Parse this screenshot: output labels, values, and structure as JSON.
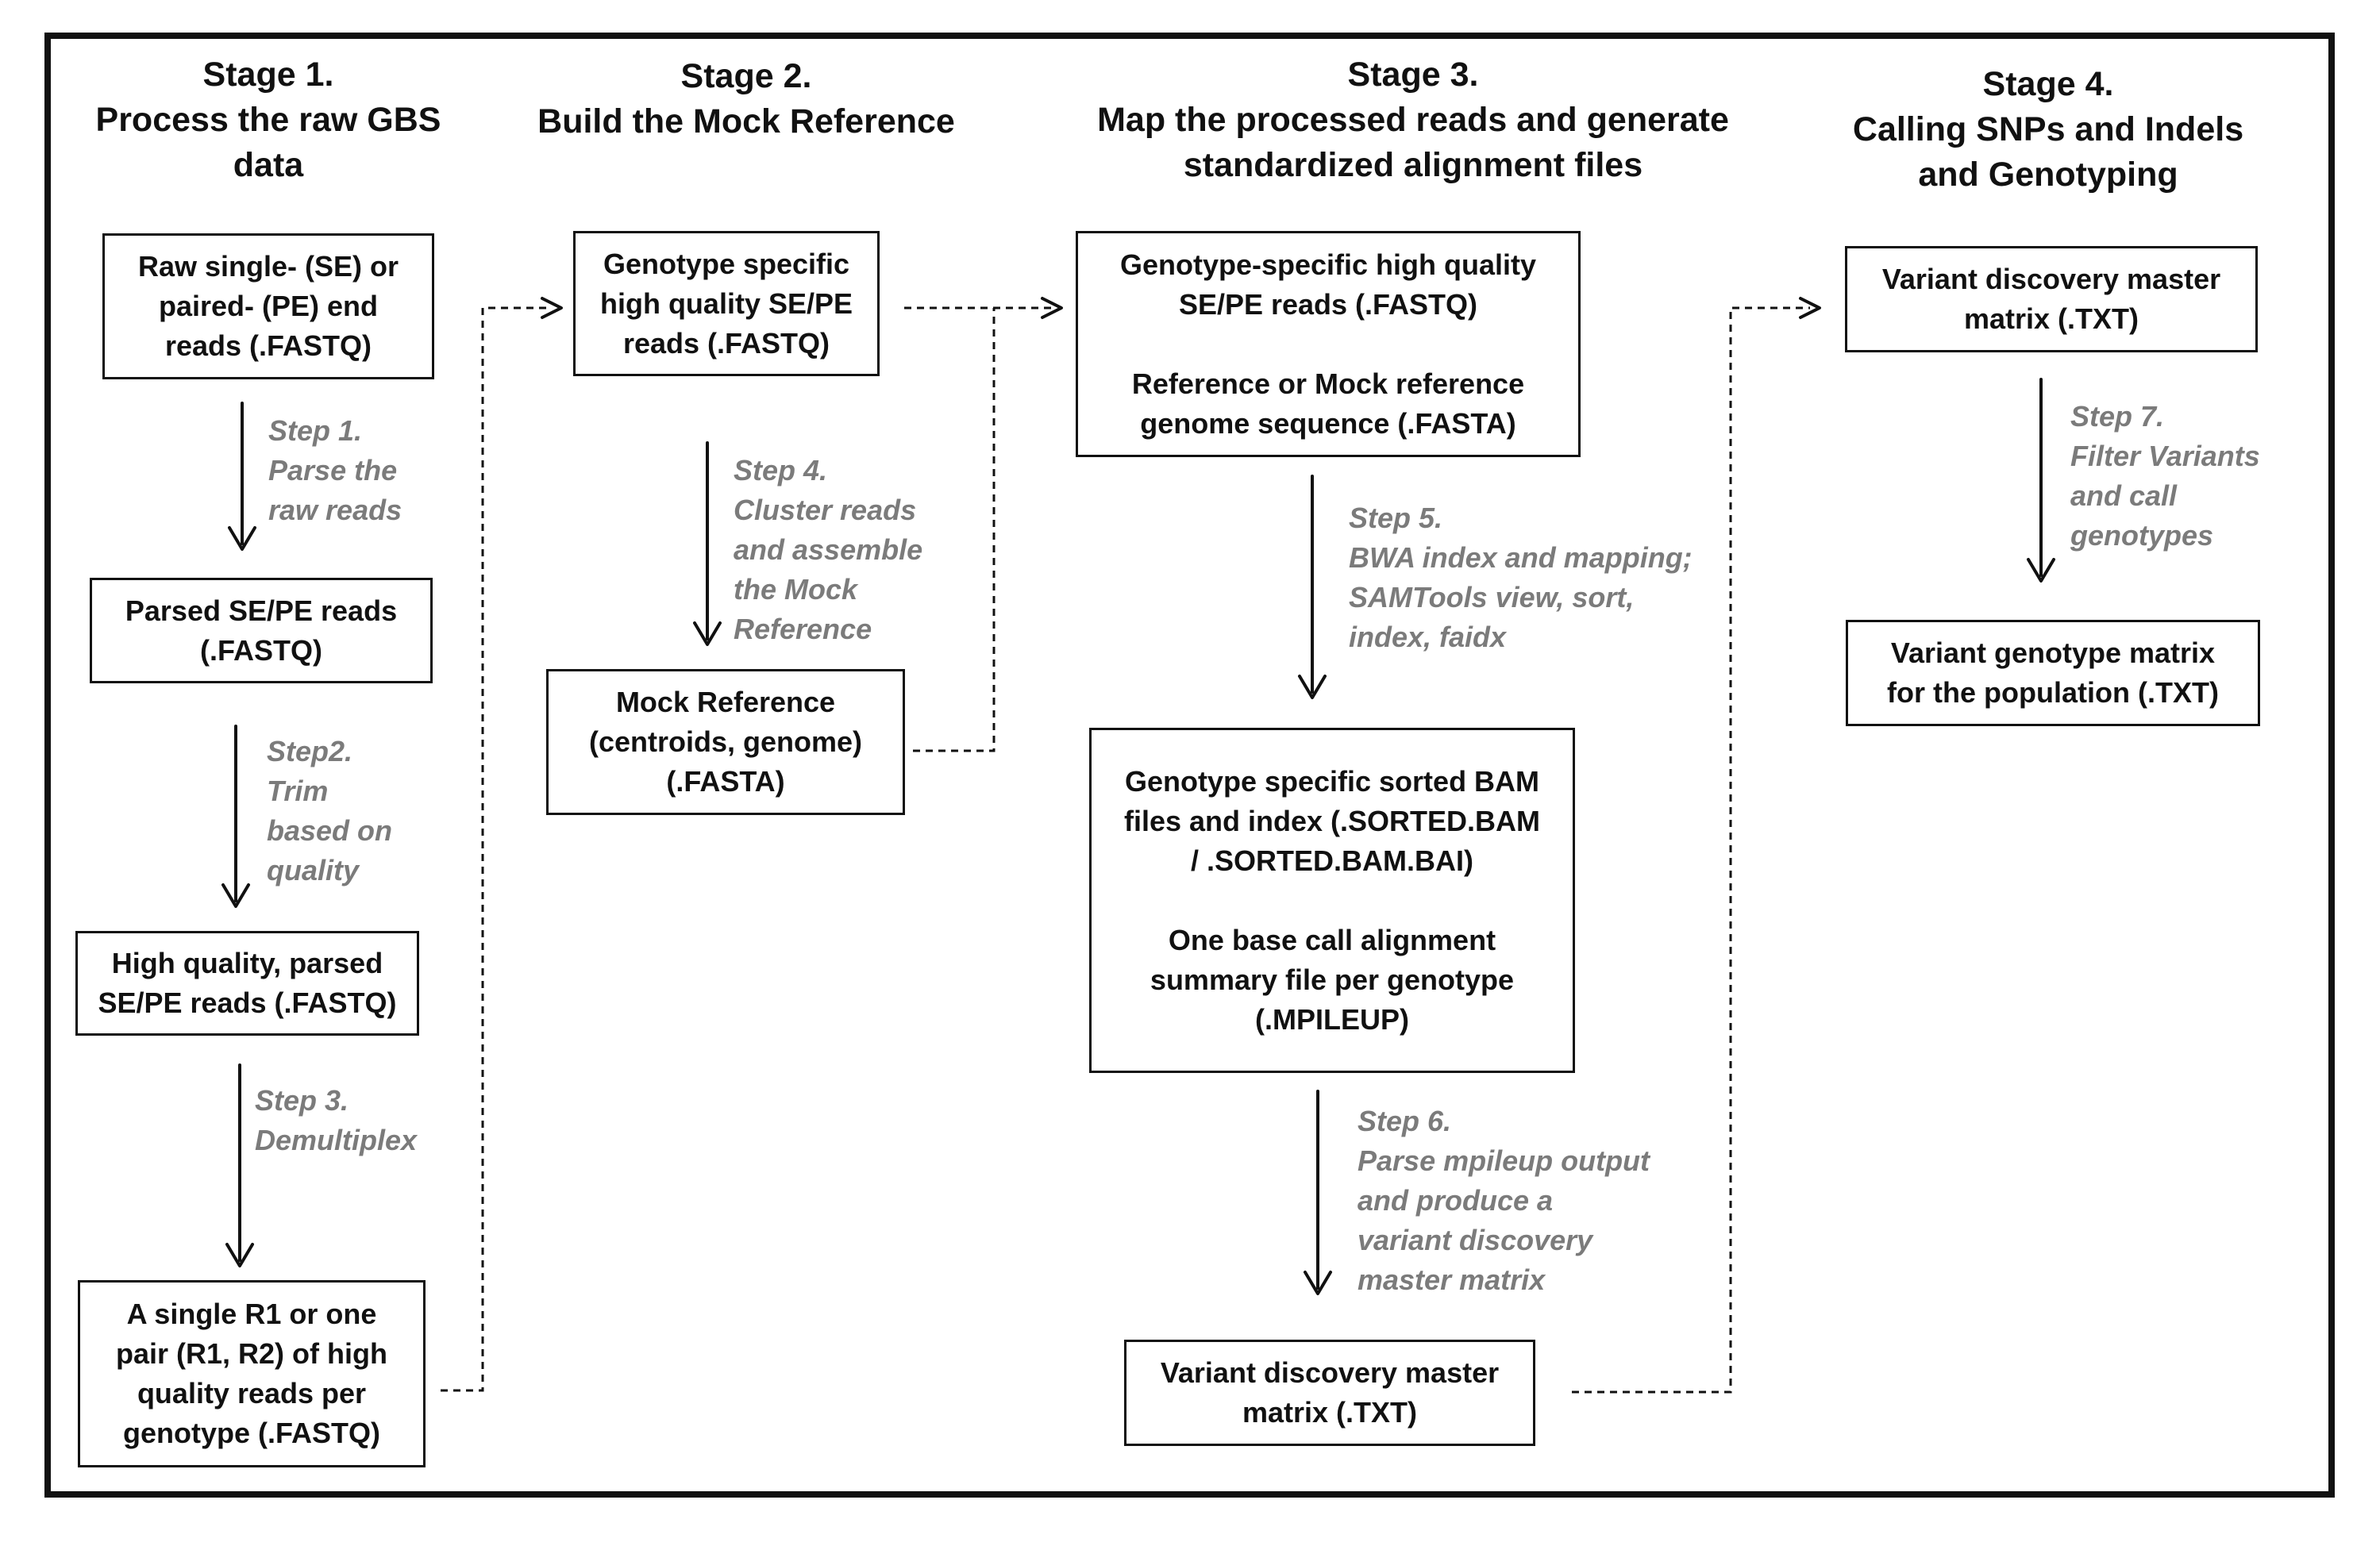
{
  "stages": [
    {
      "id": "stage1",
      "lines": [
        "Stage 1.",
        "Process the raw GBS",
        "data"
      ]
    },
    {
      "id": "stage2",
      "lines": [
        "Stage 2.",
        "Build the Mock Reference"
      ]
    },
    {
      "id": "stage3",
      "lines": [
        "Stage 3.",
        "Map the processed reads and generate",
        "standardized alignment files"
      ]
    },
    {
      "id": "stage4",
      "lines": [
        "Stage 4.",
        "Calling SNPs and Indels",
        "and Genotyping"
      ]
    }
  ],
  "boxes": {
    "raw_reads": [
      "Raw single- (SE) or",
      "paired- (PE) end",
      "reads (.FASTQ)"
    ],
    "parsed_reads": [
      "Parsed SE/PE reads",
      "(.FASTQ)"
    ],
    "hq_parsed_reads": [
      "High quality, parsed",
      "SE/PE reads (.FASTQ)"
    ],
    "single_r1": [
      "A single R1 or one",
      "pair (R1, R2) of high",
      "quality reads per",
      "genotype (.FASTQ)"
    ],
    "genotype_hq_reads": [
      "Genotype specific",
      "high quality SE/PE",
      "reads (.FASTQ)"
    ],
    "mock_reference": [
      "Mock Reference",
      "(centroids, genome)",
      "(.FASTA)"
    ],
    "map_inputs": {
      "reads": [
        "Genotype-specific high quality",
        "SE/PE reads (.FASTQ)"
      ],
      "reference": [
        "Reference or Mock reference",
        "genome sequence (.FASTA)"
      ]
    },
    "sorted_bam": {
      "bam": [
        "Genotype specific sorted BAM",
        "files and index (.SORTED.BAM",
        "/ .SORTED.BAM.BAI)"
      ],
      "mpileup": [
        "One base call alignment",
        "summary file per genotype",
        "(.MPILEUP)"
      ]
    },
    "variant_matrix_s3": [
      "Variant discovery master",
      "matrix (.TXT)"
    ],
    "variant_matrix_s4": [
      "Variant discovery master",
      "matrix (.TXT)"
    ],
    "genotype_matrix": [
      "Variant genotype matrix",
      "for the population (.TXT)"
    ]
  },
  "steps": {
    "step1": [
      "Step 1.",
      "Parse the",
      "raw reads"
    ],
    "step2": [
      "Step2.",
      "Trim",
      "based on",
      "quality"
    ],
    "step3": [
      "Step 3.",
      "Demultiplex"
    ],
    "step4": [
      "Step 4.",
      "Cluster reads",
      "and assemble",
      "the Mock",
      "Reference"
    ],
    "step5": [
      "Step 5.",
      "BWA index and mapping;",
      "SAMTools view, sort,",
      "index, faidx"
    ],
    "step6": [
      "Step 6.",
      "Parse mpileup output",
      "and produce a",
      "variant discovery",
      "master matrix"
    ],
    "step7": [
      "Step 7.",
      "Filter Variants",
      "and call",
      "genotypes"
    ]
  },
  "colors": {
    "line": "#111111",
    "step_text": "#7b7b7b"
  }
}
